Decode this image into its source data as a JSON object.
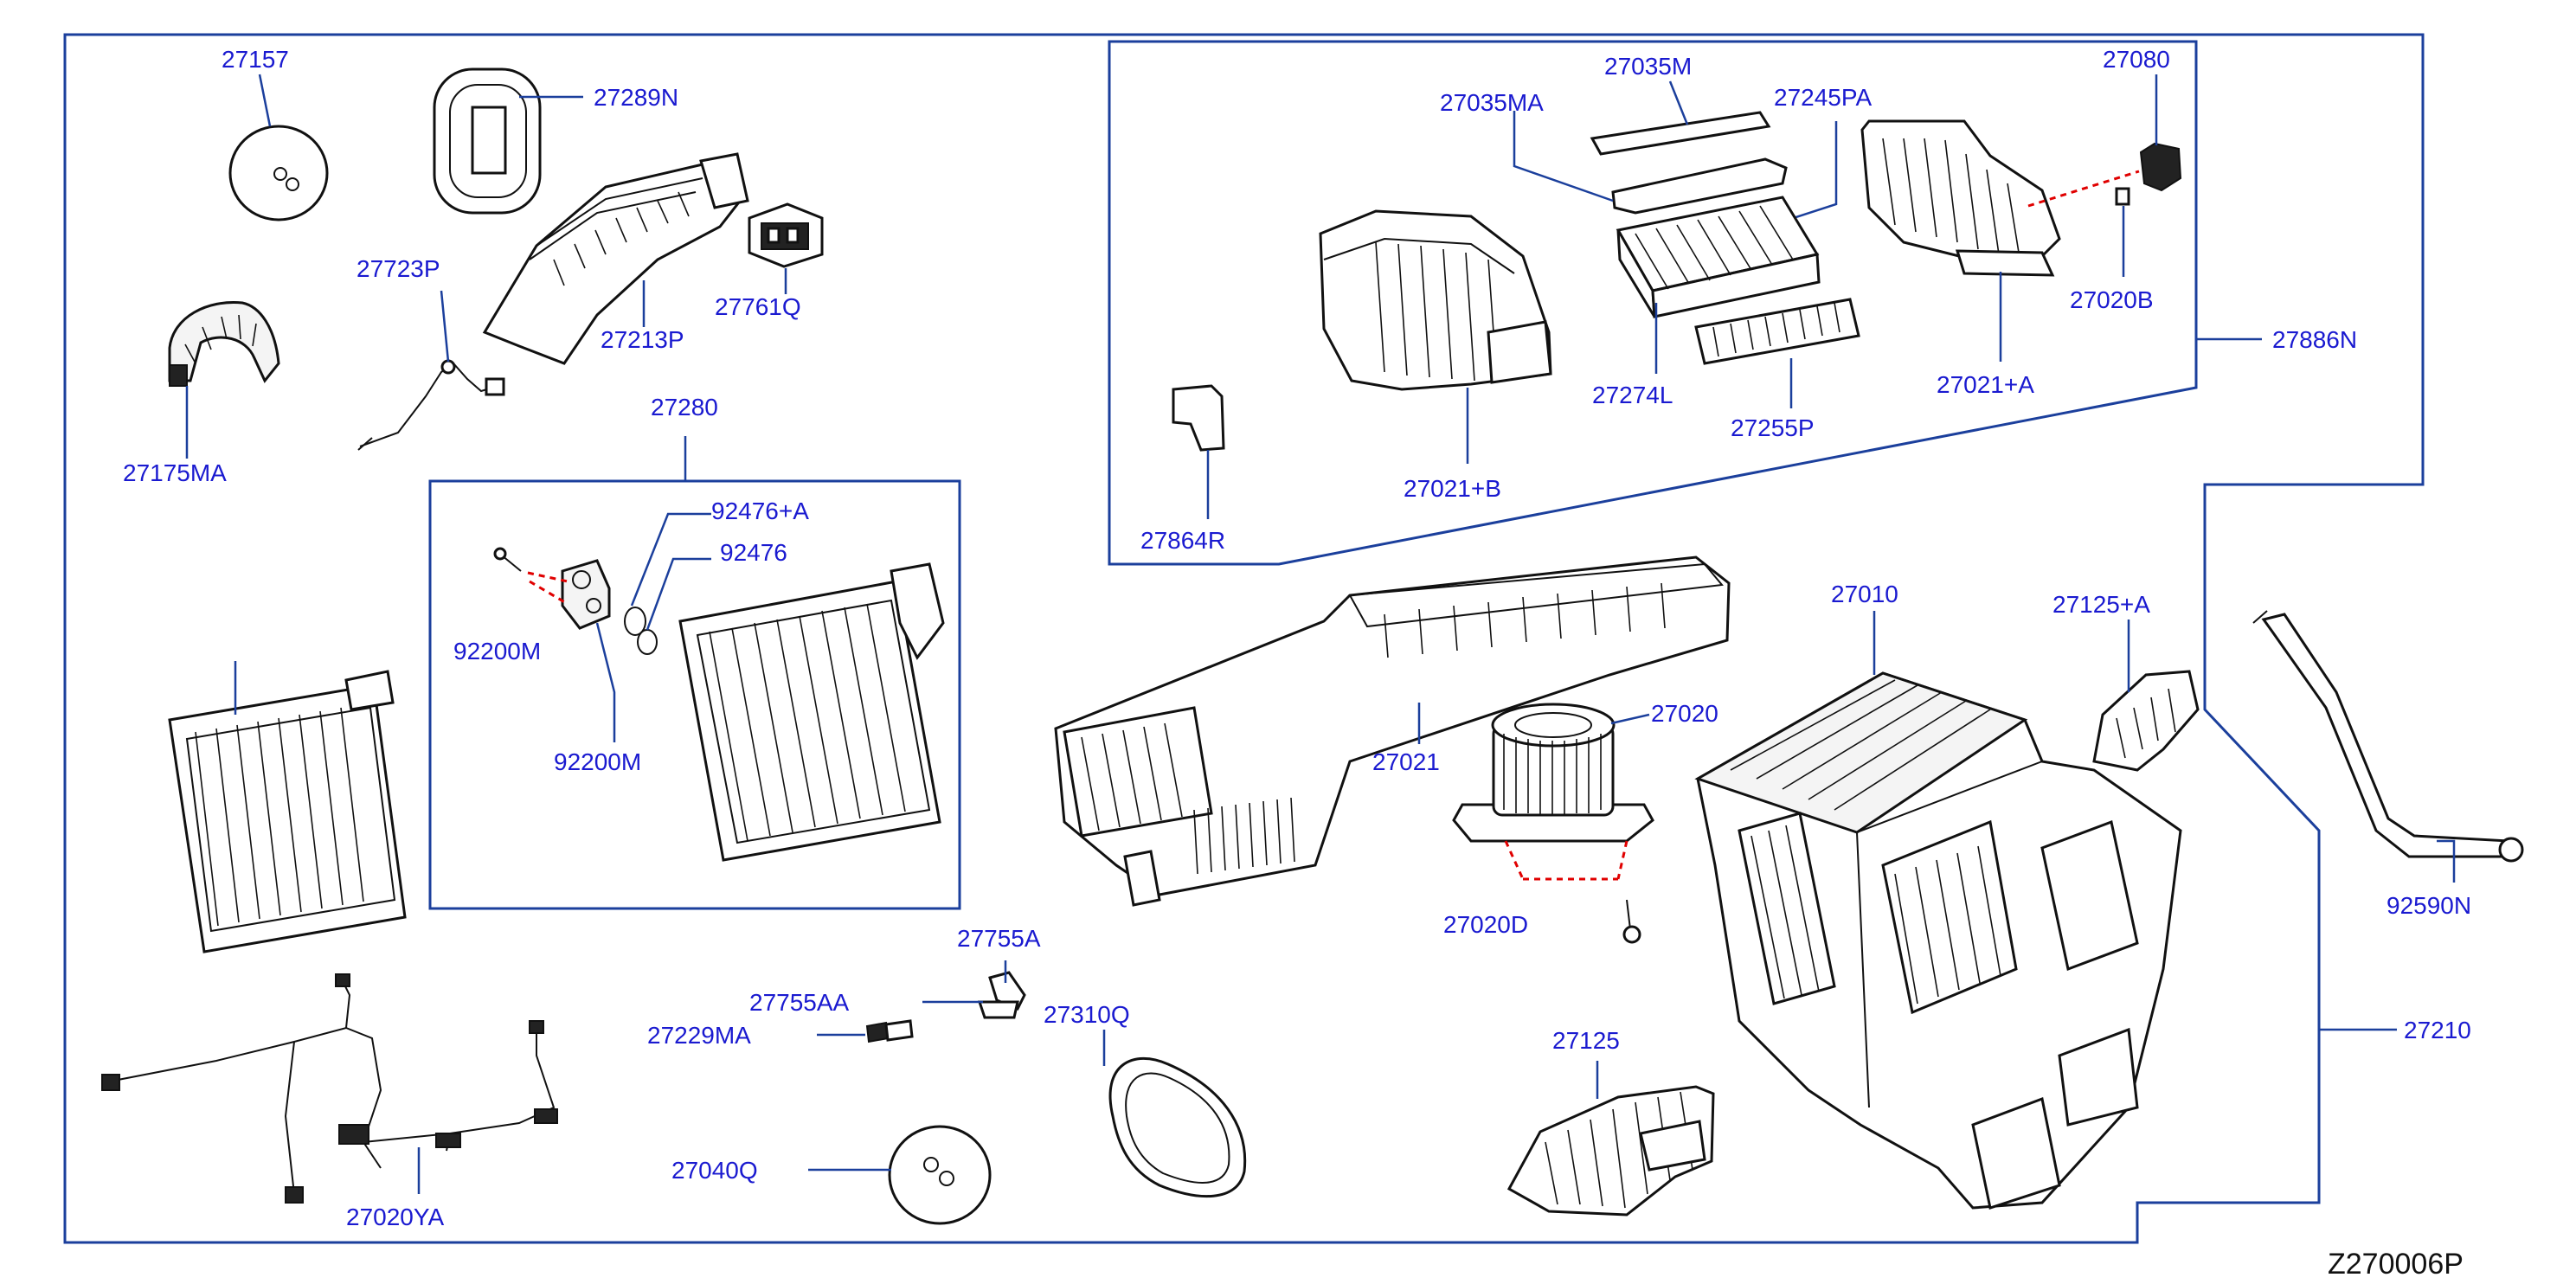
{
  "diagram": {
    "code": "Z270006P",
    "colors": {
      "label": "#1a1ad0",
      "frame": "#1b3f9c",
      "callout": "#e00000",
      "line_art": "#111111"
    },
    "labels": {
      "p27157": "27157",
      "p27289N": "27289N",
      "p27723P": "27723P",
      "p27213P": "27213P",
      "p27761Q": "27761Q",
      "p27175MA": "27175MA",
      "p27280": "27280",
      "p92476A": "92476+A",
      "p92476": "92476",
      "p92200M": "92200M",
      "p27035MA": "27035MA",
      "p27035M": "27035M",
      "p27245PA": "27245PA",
      "p27080": "27080",
      "p27020B": "27020B",
      "p27886N": "27886N",
      "p27274L": "27274L",
      "p27255P": "27255P",
      "p27021A": "27021+A",
      "p27021B": "27021+B",
      "p27864R": "27864R",
      "p27010": "27010",
      "p27125A": "27125+A",
      "p27021": "27021",
      "p27020": "27020",
      "p27020D": "27020D",
      "p92590N": "92590N",
      "p27210": "27210",
      "p27755A": "27755A",
      "p27755AA": "27755AA",
      "p27229MA": "27229MA",
      "p27310Q": "27310Q",
      "p27040Q": "27040Q",
      "p27125": "27125",
      "p27020YA": "27020YA"
    }
  }
}
